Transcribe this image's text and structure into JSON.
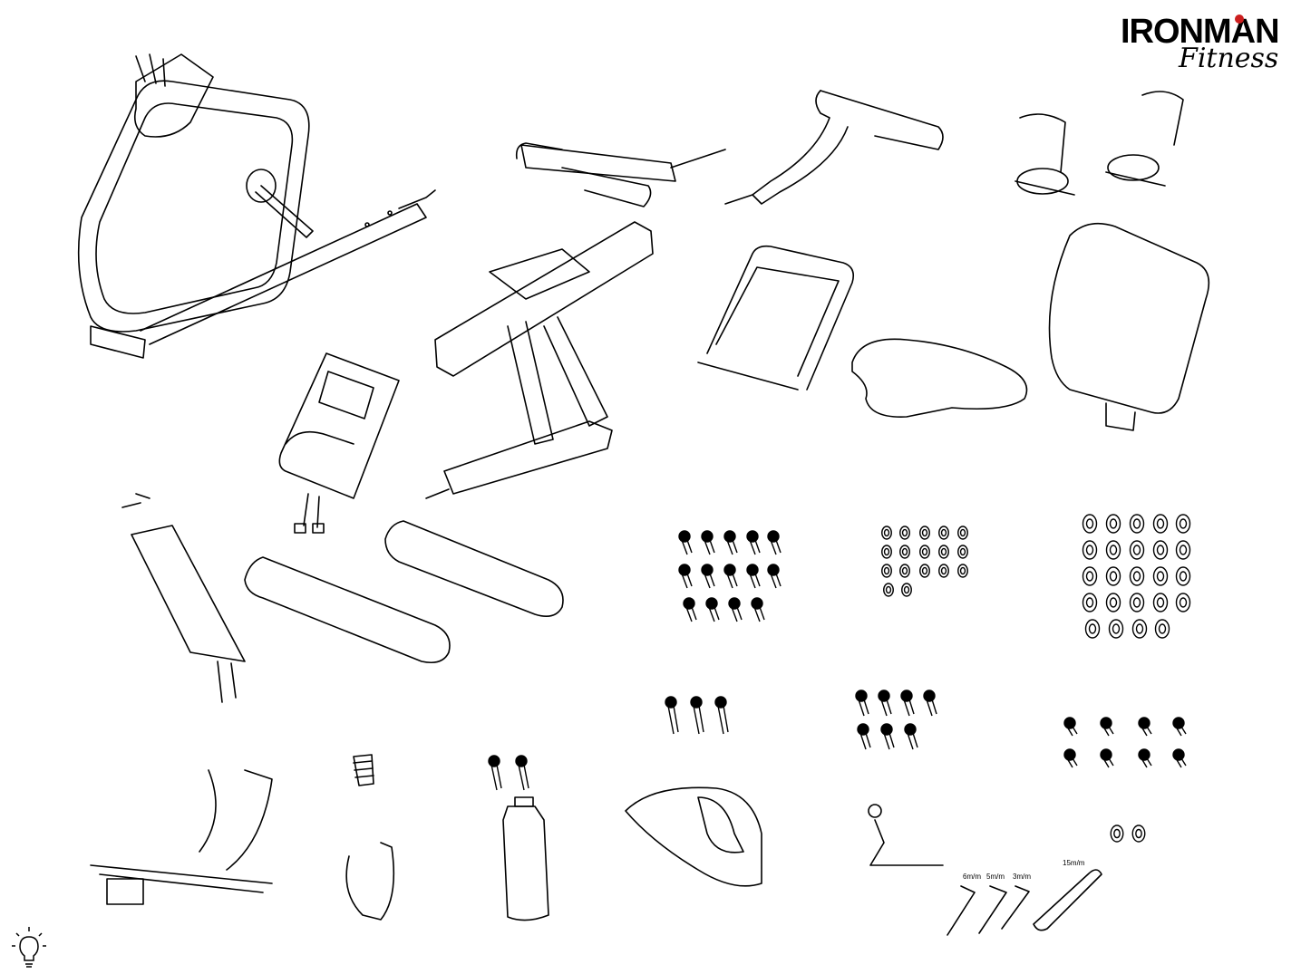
{
  "brand": {
    "name": "IRONMAN",
    "sub": "Fitness",
    "accent_color": "#cc1f1f"
  },
  "tools": {
    "allen_keys": [
      "6m/m",
      "5m/m",
      "3m/m"
    ],
    "wrench": "15m/m"
  },
  "icons": {
    "hint": "lightbulb-icon"
  }
}
